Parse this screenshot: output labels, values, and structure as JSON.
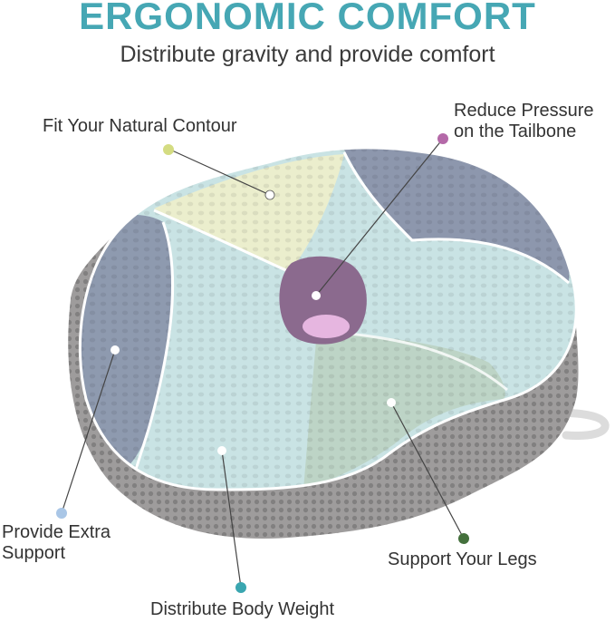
{
  "header": {
    "title": "ERGONOMIC COMFORT",
    "subtitle": "Distribute gravity and provide comfort"
  },
  "callouts": {
    "contour": "Fit Your Natural Contour",
    "pressure_line1": "Reduce Pressure",
    "pressure_line2": "on the Tailbone",
    "support_line1": "Provide Extra",
    "support_line2": "Support",
    "legs": "Support  Your Legs",
    "weight": "Distribute Body Weight"
  },
  "colors": {
    "title": "#46a7b4",
    "contour_dot": "#d4dc82",
    "pressure_dot": "#b469a8",
    "support_dot": "#a9c6e6",
    "legs_dot": "#44703c",
    "weight_dot": "#3aa6b0"
  }
}
